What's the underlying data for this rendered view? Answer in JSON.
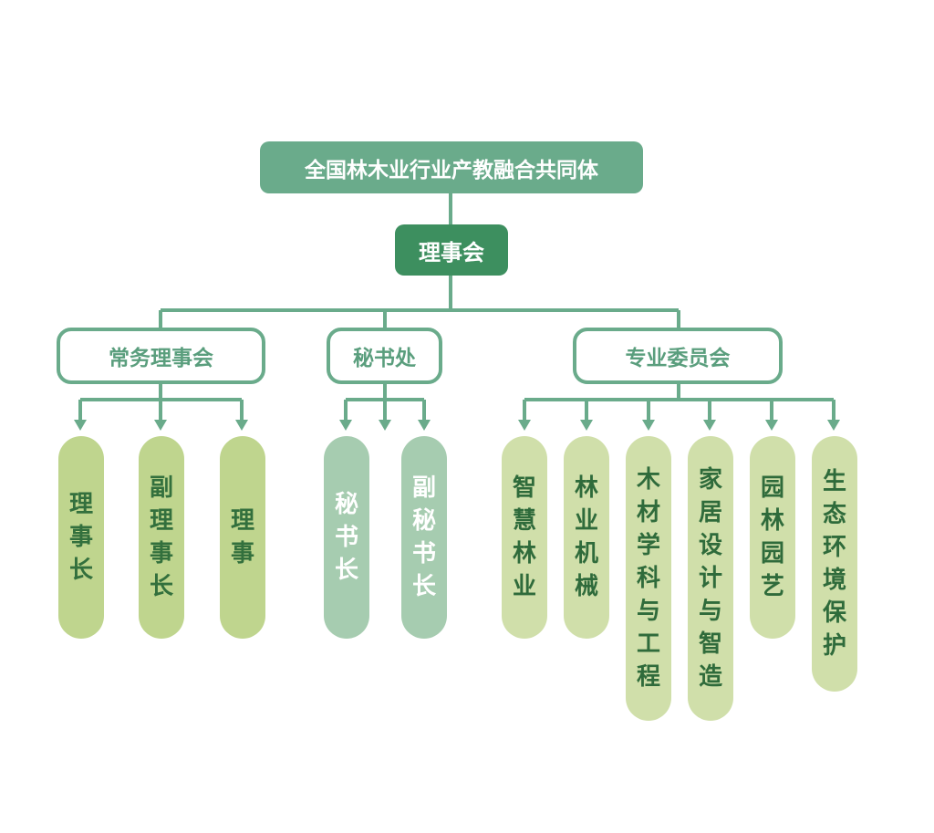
{
  "root": {
    "label": "全国林木业行业产教融合共同体"
  },
  "council": {
    "label": "理事会"
  },
  "groups": [
    {
      "label": "常务理事会",
      "members": [
        "理事长",
        "副理事长",
        "理事"
      ]
    },
    {
      "label": "秘书处",
      "members": [
        "秘书长",
        "副秘书长"
      ]
    },
    {
      "label": "专业委员会",
      "members": [
        "智慧林业",
        "林业机械",
        "木材学科与工程",
        "家居设计与智造",
        "园林园艺",
        "生态环境保护"
      ]
    }
  ],
  "colors": {
    "line": "#6aab8b",
    "root_fill": "#6aab8b",
    "council_fill": "#3d8f5f",
    "group_text": "#5a9e7d",
    "pill_group1": "#bfd58e",
    "pill_group2": "#a6ccb0",
    "pill_group3": "#d0dfaa"
  }
}
